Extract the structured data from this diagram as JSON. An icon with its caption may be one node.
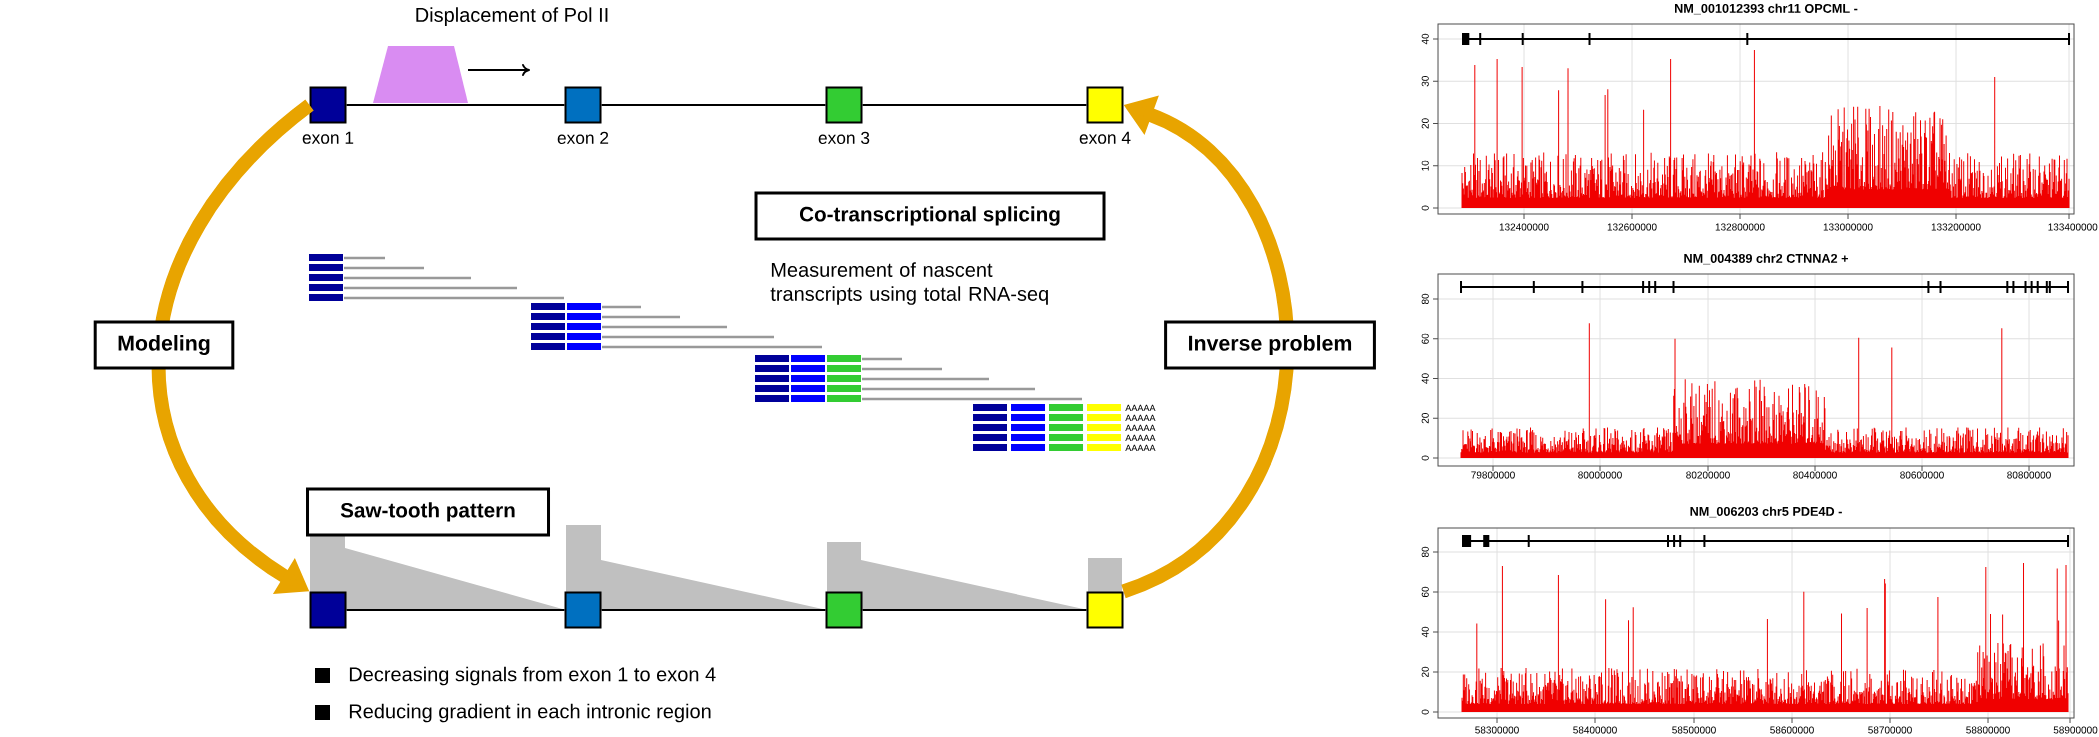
{
  "diagram": {
    "nodes": [
      {
        "text": [
          "exon 1"
        ]
      },
      {
        "text": [
          "exon 2"
        ]
      },
      {
        "text": [
          "exon 3"
        ]
      },
      {
        "text": [
          "exon 4"
        ]
      },
      {
        "text": [
          "Displacement of Pol II"
        ]
      },
      {
        "text": [
          "Co-transcriptional splicing"
        ],
        "beside": [
          "Measurement of nascent transcripts using total RNA-seq"
        ]
      },
      {
        "text": [
          "Saw-tooth pattern"
        ]
      },
      {
        "text": [],
        "shape": "box"
      },
      {
        "text": [],
        "shape": "box"
      },
      {
        "text": [],
        "shape": "box"
      },
      {
        "text": [],
        "shape": "box"
      }
    ],
    "edges": [
      {
        "from": 0,
        "to": 1,
        "arrow": "none"
      },
      {
        "from": 1,
        "to": 2,
        "arrow": "none"
      },
      {
        "from": 2,
        "to": 3,
        "arrow": "none"
      },
      {
        "from": 7,
        "to": 8,
        "arrow": "none"
      },
      {
        "from": 8,
        "to": 9,
        "arrow": "none"
      },
      {
        "from": 9,
        "to": 10,
        "arrow": "none"
      },
      {
        "from": 0,
        "to": 7,
        "arrow": "to",
        "label": "Modeling",
        "style": "thick",
        "color": "#e8a400"
      },
      {
        "from": 10,
        "to": 3,
        "arrow": "to",
        "label": "Inverse problem",
        "style": "thick",
        "color": "#e8a400"
      }
    ],
    "labels": [
      "AAAAA",
      "AAAAA",
      "AAAAA",
      "AAAAA",
      "AAAAA",
      "Decreasing signals from exon 1 to exon 4",
      "Reducing gradient in each intronic region",
      "NM_001012393 chr11 OPCML -",
      "0",
      "10",
      "20",
      "30",
      "40",
      "132400000",
      "132600000",
      "132800000",
      "133000000",
      "133200000",
      "133400000",
      "NM_004389 chr2 CTNNA2 +",
      "0",
      "20",
      "40",
      "60",
      "80",
      "79800000",
      "80000000",
      "80200000",
      "80400000",
      "80600000",
      "80800000",
      "NM_006203 chr5 PDE4D -",
      "0",
      "20",
      "40",
      "60",
      "80",
      "58300000",
      "58400000",
      "58500000",
      "58600000",
      "58700000",
      "58800000",
      "58900000"
    ]
  }
}
